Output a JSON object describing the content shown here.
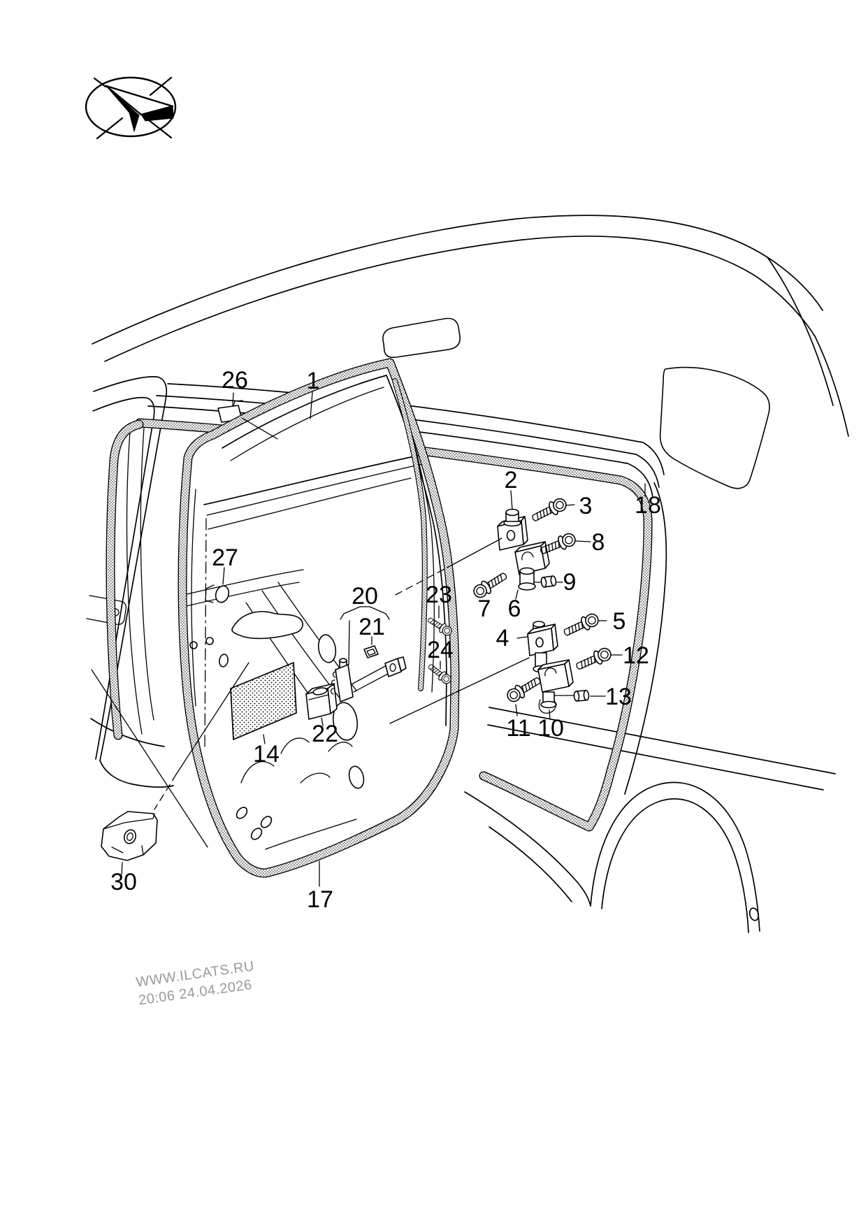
{
  "page": {
    "background": "#ffffff",
    "line_color": "#000000"
  },
  "brand": {
    "logo_icon": "paper-plane-oval-logo"
  },
  "watermark": {
    "line1": "WWW.ILCATS.RU",
    "line2": "20:06 24.04.2026",
    "color": "#9a9a9a"
  },
  "callouts": [
    {
      "part": "1"
    },
    {
      "part": "2"
    },
    {
      "part": "3"
    },
    {
      "part": "4"
    },
    {
      "part": "5"
    },
    {
      "part": "6"
    },
    {
      "part": "7"
    },
    {
      "part": "8"
    },
    {
      "part": "9"
    },
    {
      "part": "10"
    },
    {
      "part": "11"
    },
    {
      "part": "12"
    },
    {
      "part": "13"
    },
    {
      "part": "14"
    },
    {
      "part": "17"
    },
    {
      "part": "18"
    },
    {
      "part": "20"
    },
    {
      "part": "21"
    },
    {
      "part": "22"
    },
    {
      "part": "23"
    },
    {
      "part": "24"
    },
    {
      "part": "26"
    },
    {
      "part": "27"
    },
    {
      "part": "30"
    }
  ]
}
